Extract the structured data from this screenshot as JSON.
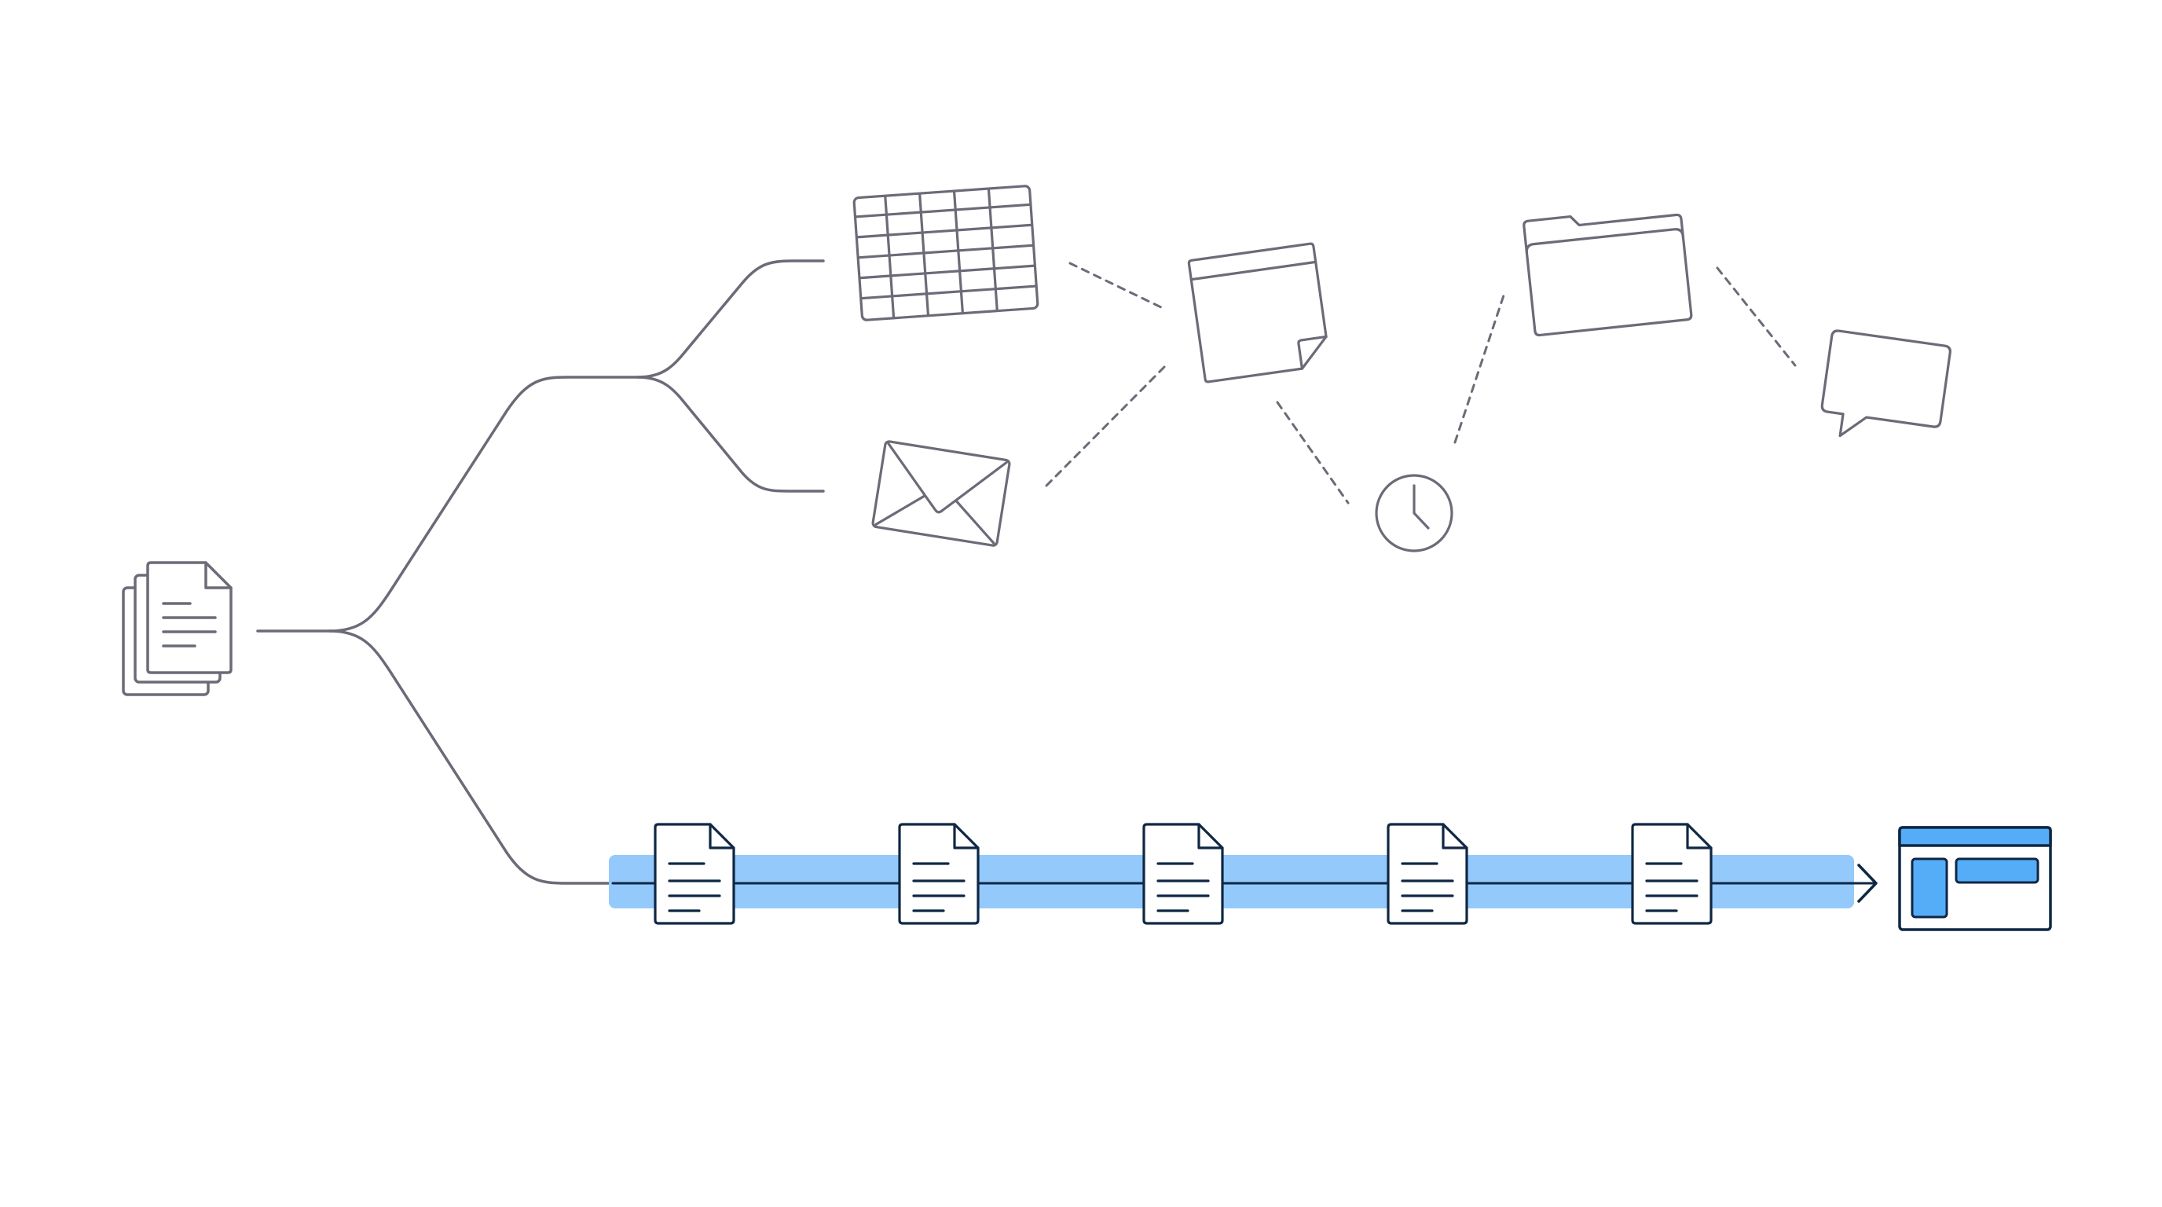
{
  "colors": {
    "background": "#ffffff",
    "gray_stroke": "#6b6b78",
    "navy_stroke": "#0f2744",
    "highlight_band": "#93c9fb",
    "accent_blue": "#55adf8",
    "page_fill": "#ffffff"
  },
  "diagram": {
    "source": {
      "icon": "document-stack-icon"
    },
    "scattered_branch": {
      "line_style": "solid-gray",
      "connector_style": "dashed-gray",
      "items": [
        {
          "icon": "spreadsheet-icon"
        },
        {
          "icon": "envelope-icon"
        },
        {
          "icon": "sticky-note-icon"
        },
        {
          "icon": "clock-icon"
        },
        {
          "icon": "folder-icon"
        },
        {
          "icon": "speech-bubble-icon"
        }
      ]
    },
    "pipeline_branch": {
      "line_style": "solid-navy",
      "highlighted": true,
      "document_count": 5,
      "items": [
        {
          "icon": "document-icon"
        },
        {
          "icon": "document-icon"
        },
        {
          "icon": "document-icon"
        },
        {
          "icon": "document-icon"
        },
        {
          "icon": "document-icon"
        }
      ],
      "arrow": {
        "icon": "arrow-head-icon"
      },
      "destination": {
        "icon": "dashboard-window-icon"
      }
    }
  }
}
